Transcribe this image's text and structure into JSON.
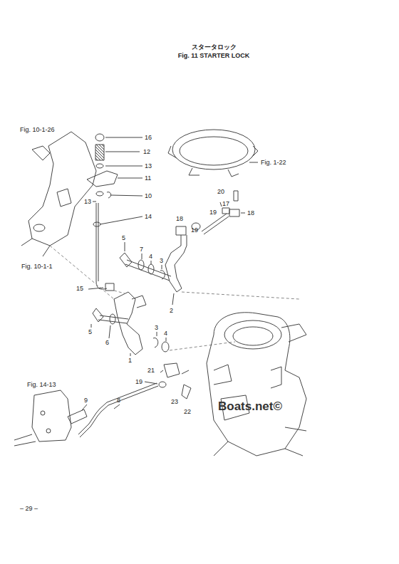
{
  "diagram": {
    "title": "Fig. 11 STARTER LOCK",
    "labels": [
      "スタータロック",
      "Fig. 10-1-26",
      "16",
      "12",
      "13",
      "11",
      "13",
      "10",
      "14",
      "Fig. 1-22",
      "20",
      "17",
      "19",
      "18",
      "19",
      "18",
      "5",
      "7",
      "4",
      "3",
      "Fig. 10-1-1",
      "15",
      "2",
      "5",
      "6",
      "3",
      "4",
      "1",
      "21",
      "19",
      "23",
      "22",
      "Fig. 14-13",
      "9",
      "8",
      "Boats.net©",
      "– 29 –"
    ]
  }
}
